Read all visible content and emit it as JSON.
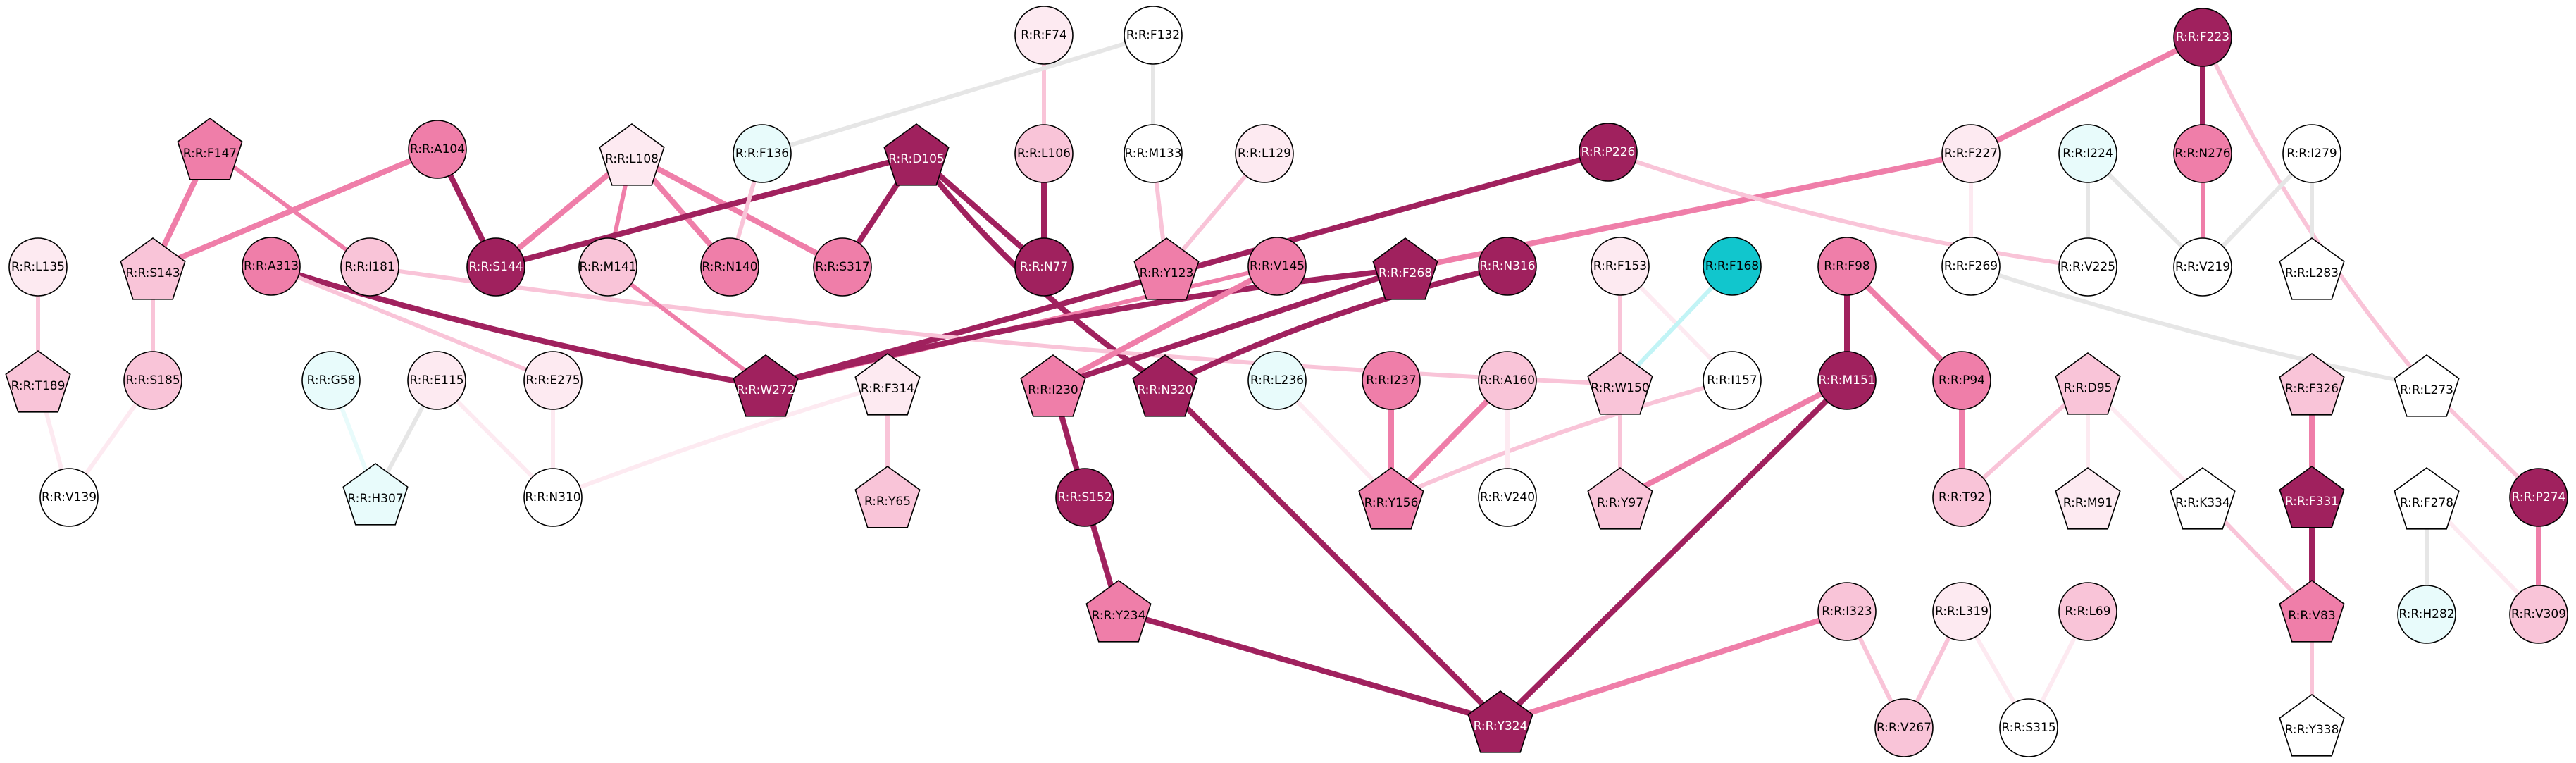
{
  "palette": {
    "c0": "#ffffff",
    "c1": "#fdeaf1",
    "c2": "#f9c4d8",
    "c3": "#ef7ea9",
    "c4": "#a0215e",
    "cyan_light": "#e8fbfb",
    "cyan_mid": "#c2f4f6",
    "cyan_strong": "#11c6cd",
    "edge_grey": "#e6e6e6"
  },
  "nodes": [
    {
      "id": "F74",
      "label": "R:R:F74",
      "shape": "circle",
      "color": "c1"
    },
    {
      "id": "F132",
      "label": "R:R:F132",
      "shape": "circle",
      "color": "c0"
    },
    {
      "id": "F223",
      "label": "R:R:F223",
      "shape": "circle",
      "color": "c4"
    },
    {
      "id": "F147",
      "label": "R:R:F147",
      "shape": "pentagon",
      "color": "c3"
    },
    {
      "id": "A104",
      "label": "R:R:A104",
      "shape": "circle",
      "color": "c3"
    },
    {
      "id": "L108",
      "label": "R:R:L108",
      "shape": "pentagon",
      "color": "c1"
    },
    {
      "id": "F136",
      "label": "R:R:F136",
      "shape": "circle",
      "color": "cyan_light"
    },
    {
      "id": "D105",
      "label": "R:R:D105",
      "shape": "pentagon",
      "color": "c4"
    },
    {
      "id": "L106",
      "label": "R:R:L106",
      "shape": "circle",
      "color": "c2"
    },
    {
      "id": "M133",
      "label": "R:R:M133",
      "shape": "circle",
      "color": "c0"
    },
    {
      "id": "L129",
      "label": "R:R:L129",
      "shape": "circle",
      "color": "c1"
    },
    {
      "id": "P226",
      "label": "R:R:P226",
      "shape": "circle",
      "color": "c4"
    },
    {
      "id": "F227",
      "label": "R:R:F227",
      "shape": "circle",
      "color": "c1"
    },
    {
      "id": "I224",
      "label": "R:R:I224",
      "shape": "circle",
      "color": "cyan_light"
    },
    {
      "id": "N276",
      "label": "R:R:N276",
      "shape": "circle",
      "color": "c3"
    },
    {
      "id": "I279",
      "label": "R:R:I279",
      "shape": "circle",
      "color": "c0"
    },
    {
      "id": "L135",
      "label": "R:R:L135",
      "shape": "circle",
      "color": "c1"
    },
    {
      "id": "S143",
      "label": "R:R:S143",
      "shape": "pentagon",
      "color": "c2"
    },
    {
      "id": "A313",
      "label": "R:R:A313",
      "shape": "circle",
      "color": "c3"
    },
    {
      "id": "I181",
      "label": "R:R:I181",
      "shape": "circle",
      "color": "c2"
    },
    {
      "id": "S144",
      "label": "R:R:S144",
      "shape": "circle",
      "color": "c4"
    },
    {
      "id": "M141",
      "label": "R:R:M141",
      "shape": "circle",
      "color": "c2"
    },
    {
      "id": "N140",
      "label": "R:R:N140",
      "shape": "circle",
      "color": "c3"
    },
    {
      "id": "S317",
      "label": "R:R:S317",
      "shape": "circle",
      "color": "c3"
    },
    {
      "id": "N77",
      "label": "R:R:N77",
      "shape": "circle",
      "color": "c4"
    },
    {
      "id": "Y123",
      "label": "R:R:Y123",
      "shape": "pentagon",
      "color": "c3"
    },
    {
      "id": "V145",
      "label": "R:R:V145",
      "shape": "circle",
      "color": "c3"
    },
    {
      "id": "F268",
      "label": "R:R:F268",
      "shape": "pentagon",
      "color": "c4"
    },
    {
      "id": "N316",
      "label": "R:R:N316",
      "shape": "circle",
      "color": "c4"
    },
    {
      "id": "F153",
      "label": "R:R:F153",
      "shape": "circle",
      "color": "c1"
    },
    {
      "id": "F168",
      "label": "R:R:F168",
      "shape": "circle",
      "color": "cyan_strong"
    },
    {
      "id": "F98",
      "label": "R:R:F98",
      "shape": "circle",
      "color": "c3"
    },
    {
      "id": "F269",
      "label": "R:R:F269",
      "shape": "circle",
      "color": "c0"
    },
    {
      "id": "V225",
      "label": "R:R:V225",
      "shape": "circle",
      "color": "c0"
    },
    {
      "id": "V219",
      "label": "R:R:V219",
      "shape": "circle",
      "color": "c0"
    },
    {
      "id": "L283",
      "label": "R:R:L283",
      "shape": "pentagon",
      "color": "c0"
    },
    {
      "id": "T189",
      "label": "R:R:T189",
      "shape": "pentagon",
      "color": "c2"
    },
    {
      "id": "S185",
      "label": "R:R:S185",
      "shape": "circle",
      "color": "c2"
    },
    {
      "id": "G58",
      "label": "R:R:G58",
      "shape": "circle",
      "color": "cyan_light"
    },
    {
      "id": "E115",
      "label": "R:R:E115",
      "shape": "circle",
      "color": "c1"
    },
    {
      "id": "E275",
      "label": "R:R:E275",
      "shape": "circle",
      "color": "c1"
    },
    {
      "id": "W272",
      "label": "R:R:W272",
      "shape": "pentagon",
      "color": "c4"
    },
    {
      "id": "F314",
      "label": "R:R:F314",
      "shape": "pentagon",
      "color": "c1"
    },
    {
      "id": "I230",
      "label": "R:R:I230",
      "shape": "pentagon",
      "color": "c3"
    },
    {
      "id": "N320",
      "label": "R:R:N320",
      "shape": "pentagon",
      "color": "c4"
    },
    {
      "id": "L236",
      "label": "R:R:L236",
      "shape": "circle",
      "color": "cyan_light"
    },
    {
      "id": "I237",
      "label": "R:R:I237",
      "shape": "circle",
      "color": "c3"
    },
    {
      "id": "A160",
      "label": "R:R:A160",
      "shape": "circle",
      "color": "c2"
    },
    {
      "id": "W150",
      "label": "R:R:W150",
      "shape": "pentagon",
      "color": "c2"
    },
    {
      "id": "I157",
      "label": "R:R:I157",
      "shape": "circle",
      "color": "c0"
    },
    {
      "id": "M151",
      "label": "R:R:M151",
      "shape": "circle",
      "color": "c4"
    },
    {
      "id": "P94",
      "label": "R:R:P94",
      "shape": "circle",
      "color": "c3"
    },
    {
      "id": "D95",
      "label": "R:R:D95",
      "shape": "pentagon",
      "color": "c2"
    },
    {
      "id": "F326",
      "label": "R:R:F326",
      "shape": "pentagon",
      "color": "c2"
    },
    {
      "id": "L273",
      "label": "R:R:L273",
      "shape": "pentagon",
      "color": "c0"
    },
    {
      "id": "V139",
      "label": "R:R:V139",
      "shape": "circle",
      "color": "c0"
    },
    {
      "id": "H307",
      "label": "R:R:H307",
      "shape": "pentagon",
      "color": "cyan_light"
    },
    {
      "id": "N310",
      "label": "R:R:N310",
      "shape": "circle",
      "color": "c0"
    },
    {
      "id": "Y65",
      "label": "R:R:Y65",
      "shape": "pentagon",
      "color": "c2"
    },
    {
      "id": "S152",
      "label": "R:R:S152",
      "shape": "circle",
      "color": "c4"
    },
    {
      "id": "Y156",
      "label": "R:R:Y156",
      "shape": "pentagon",
      "color": "c3"
    },
    {
      "id": "V240",
      "label": "R:R:V240",
      "shape": "circle",
      "color": "c0"
    },
    {
      "id": "Y97",
      "label": "R:R:Y97",
      "shape": "pentagon",
      "color": "c2"
    },
    {
      "id": "T92",
      "label": "R:R:T92",
      "shape": "circle",
      "color": "c2"
    },
    {
      "id": "M91",
      "label": "R:R:M91",
      "shape": "pentagon",
      "color": "c1"
    },
    {
      "id": "K334",
      "label": "R:R:K334",
      "shape": "pentagon",
      "color": "c0"
    },
    {
      "id": "F331",
      "label": "R:R:F331",
      "shape": "pentagon",
      "color": "c4"
    },
    {
      "id": "F278",
      "label": "R:R:F278",
      "shape": "pentagon",
      "color": "c0"
    },
    {
      "id": "P274",
      "label": "R:R:P274",
      "shape": "circle",
      "color": "c4"
    },
    {
      "id": "Y234",
      "label": "R:R:Y234",
      "shape": "pentagon",
      "color": "c3"
    },
    {
      "id": "I323",
      "label": "R:R:I323",
      "shape": "circle",
      "color": "c2"
    },
    {
      "id": "L319",
      "label": "R:R:L319",
      "shape": "circle",
      "color": "c1"
    },
    {
      "id": "L69",
      "label": "R:R:L69",
      "shape": "circle",
      "color": "c2"
    },
    {
      "id": "V83",
      "label": "R:R:V83",
      "shape": "pentagon",
      "color": "c3"
    },
    {
      "id": "H282",
      "label": "R:R:H282",
      "shape": "circle",
      "color": "cyan_light"
    },
    {
      "id": "V309",
      "label": "R:R:V309",
      "shape": "circle",
      "color": "c2"
    },
    {
      "id": "Y324",
      "label": "R:R:Y324",
      "shape": "pentagon",
      "color": "c4"
    },
    {
      "id": "V267",
      "label": "R:R:V267",
      "shape": "circle",
      "color": "c2"
    },
    {
      "id": "S315",
      "label": "R:R:S315",
      "shape": "circle",
      "color": "c0"
    },
    {
      "id": "Y338",
      "label": "R:R:Y338",
      "shape": "pentagon",
      "color": "c0"
    }
  ],
  "edges": [
    {
      "source": "F74",
      "target": "L106",
      "color": "c2",
      "weight": 2
    },
    {
      "source": "F132",
      "target": "F136",
      "color": "edge_grey",
      "weight": 2
    },
    {
      "source": "F132",
      "target": "M133",
      "color": "edge_grey",
      "weight": 2
    },
    {
      "source": "M133",
      "target": "Y123",
      "color": "c2",
      "weight": 2
    },
    {
      "source": "L129",
      "target": "Y123",
      "color": "c2",
      "weight": 2
    },
    {
      "source": "F223",
      "target": "N276",
      "color": "c4",
      "weight": 3
    },
    {
      "source": "F223",
      "target": "F227",
      "color": "c3",
      "weight": 3
    },
    {
      "source": "F223",
      "target": "L273",
      "color": "c2",
      "weight": 2
    },
    {
      "source": "N276",
      "target": "V219",
      "color": "c3",
      "weight": 2
    },
    {
      "source": "I224",
      "target": "V219",
      "color": "edge_grey",
      "weight": 2
    },
    {
      "source": "I224",
      "target": "V225",
      "color": "edge_grey",
      "weight": 2
    },
    {
      "source": "I279",
      "target": "V219",
      "color": "edge_grey",
      "weight": 2
    },
    {
      "source": "I279",
      "target": "L283",
      "color": "edge_grey",
      "weight": 2
    },
    {
      "source": "F227",
      "target": "F268",
      "color": "c3",
      "weight": 3
    },
    {
      "source": "F227",
      "target": "F269",
      "color": "c1",
      "weight": 2
    },
    {
      "source": "P226",
      "target": "W272",
      "color": "c4",
      "weight": 3
    },
    {
      "source": "P226",
      "target": "V225",
      "color": "c2",
      "weight": 2
    },
    {
      "source": "F269",
      "target": "L273",
      "color": "edge_grey",
      "weight": 2
    },
    {
      "source": "L273",
      "target": "P274",
      "color": "c2",
      "weight": 2
    },
    {
      "source": "F147",
      "target": "S143",
      "color": "c3",
      "weight": 3
    },
    {
      "source": "F147",
      "target": "I181",
      "color": "c3",
      "weight": 2
    },
    {
      "source": "A104",
      "target": "S143",
      "color": "c3",
      "weight": 3
    },
    {
      "source": "A104",
      "target": "S144",
      "color": "c4",
      "weight": 3
    },
    {
      "source": "L108",
      "target": "S144",
      "color": "c3",
      "weight": 3
    },
    {
      "source": "L108",
      "target": "M141",
      "color": "c3",
      "weight": 2
    },
    {
      "source": "L108",
      "target": "N140",
      "color": "c3",
      "weight": 3
    },
    {
      "source": "L108",
      "target": "S317",
      "color": "c3",
      "weight": 3
    },
    {
      "source": "D105",
      "target": "S144",
      "color": "c4",
      "weight": 3
    },
    {
      "source": "D105",
      "target": "S317",
      "color": "c4",
      "weight": 3
    },
    {
      "source": "D105",
      "target": "N77",
      "color": "c4",
      "weight": 3
    },
    {
      "source": "D105",
      "target": "N320",
      "color": "c4",
      "weight": 3
    },
    {
      "source": "L106",
      "target": "N77",
      "color": "c4",
      "weight": 3
    },
    {
      "source": "F136",
      "target": "N140",
      "color": "c2",
      "weight": 2
    },
    {
      "source": "L135",
      "target": "T189",
      "color": "c2",
      "weight": 2
    },
    {
      "source": "S143",
      "target": "S185",
      "color": "c2",
      "weight": 2
    },
    {
      "source": "S185",
      "target": "V139",
      "color": "c1",
      "weight": 2
    },
    {
      "source": "T189",
      "target": "V139",
      "color": "c1",
      "weight": 2
    },
    {
      "source": "A313",
      "target": "W272",
      "color": "c4",
      "weight": 3
    },
    {
      "source": "A313",
      "target": "E275",
      "color": "c2",
      "weight": 2
    },
    {
      "source": "I181",
      "target": "W150",
      "color": "c2",
      "weight": 2
    },
    {
      "source": "M141",
      "target": "W272",
      "color": "c3",
      "weight": 2
    },
    {
      "source": "V145",
      "target": "W272",
      "color": "c3",
      "weight": 2
    },
    {
      "source": "F268",
      "target": "W272",
      "color": "c4",
      "weight": 3
    },
    {
      "source": "F268",
      "target": "I230",
      "color": "c4",
      "weight": 3
    },
    {
      "source": "N316",
      "target": "N320",
      "color": "c4",
      "weight": 3
    },
    {
      "source": "V145",
      "target": "I230",
      "color": "c3",
      "weight": 3
    },
    {
      "source": "I230",
      "target": "S152",
      "color": "c4",
      "weight": 3
    },
    {
      "source": "S152",
      "target": "Y234",
      "color": "c4",
      "weight": 3
    },
    {
      "source": "Y234",
      "target": "Y324",
      "color": "c4",
      "weight": 3
    },
    {
      "source": "N320",
      "target": "Y324",
      "color": "c4",
      "weight": 3
    },
    {
      "source": "M151",
      "target": "Y324",
      "color": "c4",
      "weight": 3
    },
    {
      "source": "I323",
      "target": "Y324",
      "color": "c3",
      "weight": 3
    },
    {
      "source": "F98",
      "target": "M151",
      "color": "c4",
      "weight": 3
    },
    {
      "source": "F98",
      "target": "P94",
      "color": "c3",
      "weight": 3
    },
    {
      "source": "M151",
      "target": "Y97",
      "color": "c3",
      "weight": 3
    },
    {
      "source": "P94",
      "target": "T92",
      "color": "c3",
      "weight": 3
    },
    {
      "source": "D95",
      "target": "T92",
      "color": "c2",
      "weight": 2
    },
    {
      "source": "D95",
      "target": "M91",
      "color": "c1",
      "weight": 2
    },
    {
      "source": "D95",
      "target": "K334",
      "color": "c1",
      "weight": 2
    },
    {
      "source": "F153",
      "target": "W150",
      "color": "c2",
      "weight": 2
    },
    {
      "source": "F153",
      "target": "I157",
      "color": "c1",
      "weight": 2
    },
    {
      "source": "F168",
      "target": "W150",
      "color": "cyan_mid",
      "weight": 2
    },
    {
      "source": "I157",
      "target": "Y156",
      "color": "c2",
      "weight": 2
    },
    {
      "source": "W150",
      "target": "Y97",
      "color": "c2",
      "weight": 2
    },
    {
      "source": "L236",
      "target": "Y156",
      "color": "c1",
      "weight": 2
    },
    {
      "source": "I237",
      "target": "Y156",
      "color": "c3",
      "weight": 3
    },
    {
      "source": "A160",
      "target": "Y156",
      "color": "c3",
      "weight": 3
    },
    {
      "source": "A160",
      "target": "V240",
      "color": "c1",
      "weight": 2
    },
    {
      "source": "G58",
      "target": "H307",
      "color": "cyan_light",
      "weight": 2
    },
    {
      "source": "E115",
      "target": "H307",
      "color": "edge_grey",
      "weight": 2
    },
    {
      "source": "E115",
      "target": "N310",
      "color": "c1",
      "weight": 2
    },
    {
      "source": "E275",
      "target": "N310",
      "color": "c1",
      "weight": 2
    },
    {
      "source": "F314",
      "target": "N310",
      "color": "c1",
      "weight": 2
    },
    {
      "source": "F314",
      "target": "Y65",
      "color": "c2",
      "weight": 2
    },
    {
      "source": "I323",
      "target": "V267",
      "color": "c2",
      "weight": 2
    },
    {
      "source": "L319",
      "target": "V267",
      "color": "c2",
      "weight": 2
    },
    {
      "source": "L319",
      "target": "S315",
      "color": "c1",
      "weight": 2
    },
    {
      "source": "L69",
      "target": "S315",
      "color": "c1",
      "weight": 2
    },
    {
      "source": "F326",
      "target": "F331",
      "color": "c3",
      "weight": 3
    },
    {
      "source": "F331",
      "target": "V83",
      "color": "c4",
      "weight": 3
    },
    {
      "source": "K334",
      "target": "V83",
      "color": "c2",
      "weight": 2
    },
    {
      "source": "V83",
      "target": "Y338",
      "color": "c2",
      "weight": 2
    },
    {
      "source": "F278",
      "target": "H282",
      "color": "edge_grey",
      "weight": 2
    },
    {
      "source": "F278",
      "target": "V309",
      "color": "c1",
      "weight": 2
    },
    {
      "source": "P274",
      "target": "V309",
      "color": "c3",
      "weight": 3
    }
  ]
}
